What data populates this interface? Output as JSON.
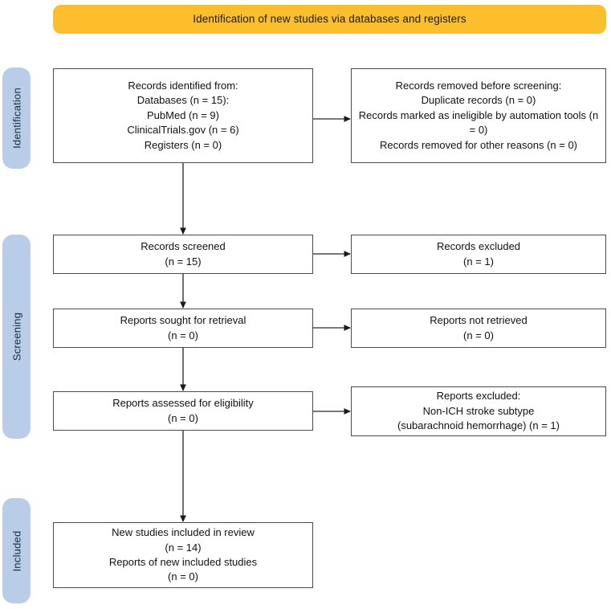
{
  "banner": {
    "title": "Identification of new studies via databases and registers",
    "color": "#fbbf2e"
  },
  "stages": [
    {
      "id": "identification",
      "label": "Identification",
      "color": "#b9cde9"
    },
    {
      "id": "screening",
      "label": "Screening",
      "color": "#b9cde9"
    },
    {
      "id": "included",
      "label": "Included",
      "color": "#b9cde9"
    }
  ],
  "boxes": {
    "records_identified": {
      "text": "Records identified from:\nDatabases (n = 15):\nPubMed (n = 9)\nClinicalTrials.gov (n = 6)\nRegisters (n = 0)"
    },
    "records_removed": {
      "text": "Records removed before screening:\nDuplicate records (n = 0)\nRecords marked as ineligible by automation tools (n = 0)\nRecords removed for other reasons (n = 0)"
    },
    "records_screened": {
      "text": "Records screened\n(n = 15)"
    },
    "records_excluded": {
      "text": "Records excluded\n(n = 1)"
    },
    "reports_sought": {
      "text": "Reports sought for retrieval\n(n = 0)"
    },
    "reports_not_retrieved": {
      "text": "Reports not retrieved\n(n = 0)"
    },
    "reports_assessed": {
      "text": "Reports assessed for eligibility\n(n = 0)"
    },
    "reports_excluded": {
      "text": "Reports excluded:\nNon-ICH stroke subtype\n(subarachnoid hemorrhage) (n = 1)"
    },
    "new_studies_included": {
      "text": "New studies included in review\n(n = 14)\nReports of new included studies\n(n = 0)"
    }
  },
  "chart_data": {
    "type": "diagram",
    "title": "Identification of new studies via databases and registers",
    "diagram_kind": "PRISMA 2020 flow diagram",
    "stages": [
      "Identification",
      "Screening",
      "Included"
    ],
    "nodes": [
      {
        "id": "records_identified",
        "stage": "Identification",
        "column": "left",
        "label": "Records identified from: Databases (n = 15): PubMed (n = 9) ClinicalTrials.gov (n = 6) Registers (n = 0)",
        "counts": {
          "databases": 15,
          "pubmed": 9,
          "clinicaltrials_gov": 6,
          "registers": 0
        }
      },
      {
        "id": "records_removed",
        "stage": "Identification",
        "column": "right",
        "label": "Records removed before screening: Duplicate records (n = 0) Records marked as ineligible by automation tools (n = 0) Records removed for other reasons (n = 0)",
        "counts": {
          "duplicate_records": 0,
          "automation_ineligible": 0,
          "other_reasons": 0
        }
      },
      {
        "id": "records_screened",
        "stage": "Screening",
        "column": "left",
        "label": "Records screened (n = 15)",
        "counts": {
          "n": 15
        }
      },
      {
        "id": "records_excluded",
        "stage": "Screening",
        "column": "right",
        "label": "Records excluded (n = 1)",
        "counts": {
          "n": 1
        }
      },
      {
        "id": "reports_sought",
        "stage": "Screening",
        "column": "left",
        "label": "Reports sought for retrieval (n = 0)",
        "counts": {
          "n": 0
        }
      },
      {
        "id": "reports_not_retrieved",
        "stage": "Screening",
        "column": "right",
        "label": "Reports not retrieved (n = 0)",
        "counts": {
          "n": 0
        }
      },
      {
        "id": "reports_assessed",
        "stage": "Screening",
        "column": "left",
        "label": "Reports assessed for eligibility (n = 0)",
        "counts": {
          "n": 0
        }
      },
      {
        "id": "reports_excluded",
        "stage": "Screening",
        "column": "right",
        "label": "Reports excluded: Non-ICH stroke subtype (subarachnoid hemorrhage) (n = 1)",
        "counts": {
          "n": 1
        }
      },
      {
        "id": "new_studies_included",
        "stage": "Included",
        "column": "left",
        "label": "New studies included in review (n = 14) Reports of new included studies (n = 0)",
        "counts": {
          "new_studies": 14,
          "reports": 0
        }
      }
    ],
    "edges": [
      {
        "from": "records_identified",
        "to": "records_removed",
        "direction": "horizontal"
      },
      {
        "from": "records_identified",
        "to": "records_screened",
        "direction": "vertical"
      },
      {
        "from": "records_screened",
        "to": "records_excluded",
        "direction": "horizontal"
      },
      {
        "from": "records_screened",
        "to": "reports_sought",
        "direction": "vertical"
      },
      {
        "from": "reports_sought",
        "to": "reports_not_retrieved",
        "direction": "horizontal"
      },
      {
        "from": "reports_sought",
        "to": "reports_assessed",
        "direction": "vertical"
      },
      {
        "from": "reports_assessed",
        "to": "reports_excluded",
        "direction": "horizontal"
      },
      {
        "from": "reports_assessed",
        "to": "new_studies_included",
        "direction": "vertical"
      }
    ]
  }
}
